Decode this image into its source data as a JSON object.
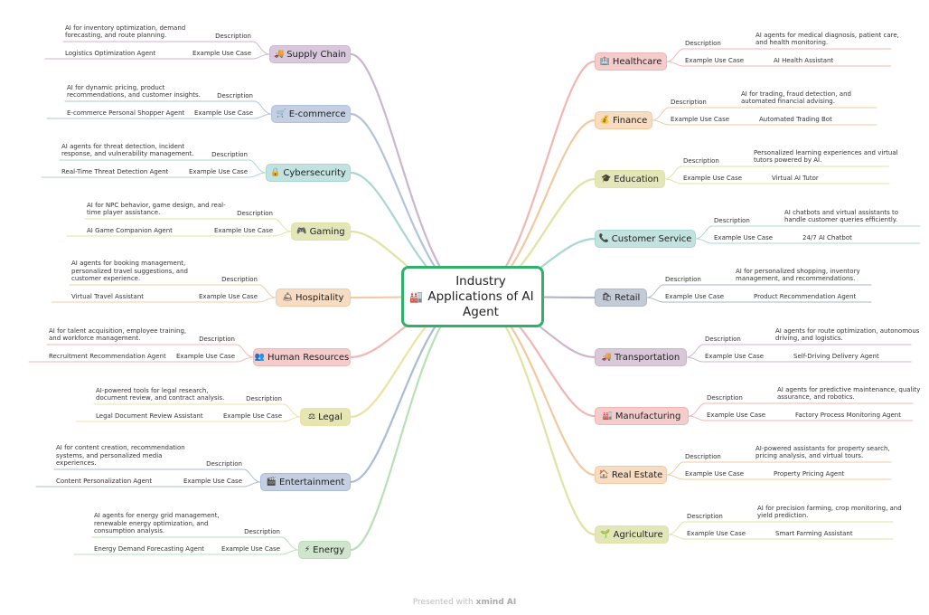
{
  "title": "Industry Applications of AI Agent",
  "title_icon": "factory-icon",
  "sub_labels": {
    "description": "Description",
    "example": "Example Use Case"
  },
  "footer": {
    "prefix": "Presented with",
    "brand": "xmind AI"
  },
  "colors": {
    "central_border": "#2fb16a",
    "purple": "#d8c8dc",
    "blue": "#c4cfe2",
    "teal": "#c2e2df",
    "lime": "#e3e6b8",
    "peach": "#f6dcc2",
    "rose": "#f4cccb",
    "slate": "#c4cad6",
    "mauve": "#d9c8d8"
  },
  "left": [
    {
      "name": "Supply Chain",
      "icon": "truck-icon",
      "description": "AI for inventory optimization, demand forecasting, and route planning.",
      "example": "Logistics Optimization Agent"
    },
    {
      "name": "E-commerce",
      "icon": "cart-icon",
      "description": "AI for dynamic pricing, product recommendations, and customer insights.",
      "example": "E-commerce Personal Shopper Agent"
    },
    {
      "name": "Cybersecurity",
      "icon": "lock-icon",
      "description": "AI agents for threat detection, incident response, and vulnerability management.",
      "example": "Real-Time Threat Detection Agent"
    },
    {
      "name": "Gaming",
      "icon": "gamepad-icon",
      "description": "AI for NPC behavior, game design, and real-time player assistance.",
      "example": "AI Game Companion Agent"
    },
    {
      "name": "Hospitality",
      "icon": "bell-icon",
      "description": "AI agents for booking management, personalized travel suggestions, and customer experience.",
      "example": "Virtual Travel Assistant"
    },
    {
      "name": "Human Resources",
      "icon": "people-icon",
      "description": "AI for talent acquisition, employee training, and workforce management.",
      "example": "Recruitment Recommendation Agent"
    },
    {
      "name": "Legal",
      "icon": "scales-icon",
      "description": "AI-powered tools for legal research, document review, and contract analysis.",
      "example": "Legal Document Review Assistant"
    },
    {
      "name": "Entertainment",
      "icon": "film-icon",
      "description": "AI for content creation, recommendation systems, and personalized media experiences.",
      "example": "Content Personalization Agent"
    },
    {
      "name": "Energy",
      "icon": "lightning-icon",
      "description": "AI agents for energy grid management, renewable energy optimization, and consumption analysis.",
      "example": "Energy Demand Forecasting Agent"
    }
  ],
  "right": [
    {
      "name": "Healthcare",
      "icon": "hospital-icon",
      "description": "AI agents for medical diagnosis, patient care, and health monitoring.",
      "example": "AI Health Assistant"
    },
    {
      "name": "Finance",
      "icon": "money-icon",
      "description": "AI for trading, fraud detection, and automated financial advising.",
      "example": "Automated Trading Bot"
    },
    {
      "name": "Education",
      "icon": "graduation-cap-icon",
      "description": "Personalized learning experiences and virtual tutors powered by AI.",
      "example": "Virtual AI Tutor"
    },
    {
      "name": "Customer Service",
      "icon": "phone-icon",
      "description": "AI chatbots and virtual assistants to handle customer queries efficiently.",
      "example": "24/7 AI Chatbot"
    },
    {
      "name": "Retail",
      "icon": "shopping-bag-icon",
      "description": "AI for personalized shopping, inventory management, and recommendations.",
      "example": "Product Recommendation Agent"
    },
    {
      "name": "Transportation",
      "icon": "truck-icon",
      "description": "AI agents for route optimization, autonomous driving, and logistics.",
      "example": "Self-Driving Delivery Agent"
    },
    {
      "name": "Manufacturing",
      "icon": "factory-icon",
      "description": "AI agents for predictive maintenance, quality assurance, and robotics.",
      "example": "Factory Process Monitoring Agent"
    },
    {
      "name": "Real Estate",
      "icon": "house-icon",
      "description": "AI-powered assistants for property search, pricing analysis, and virtual tours.",
      "example": "Property Pricing Agent"
    },
    {
      "name": "Agriculture",
      "icon": "plant-icon",
      "description": "AI for precision farming, crop monitoring, and yield prediction.",
      "example": "Smart Farming Assistant"
    }
  ]
}
